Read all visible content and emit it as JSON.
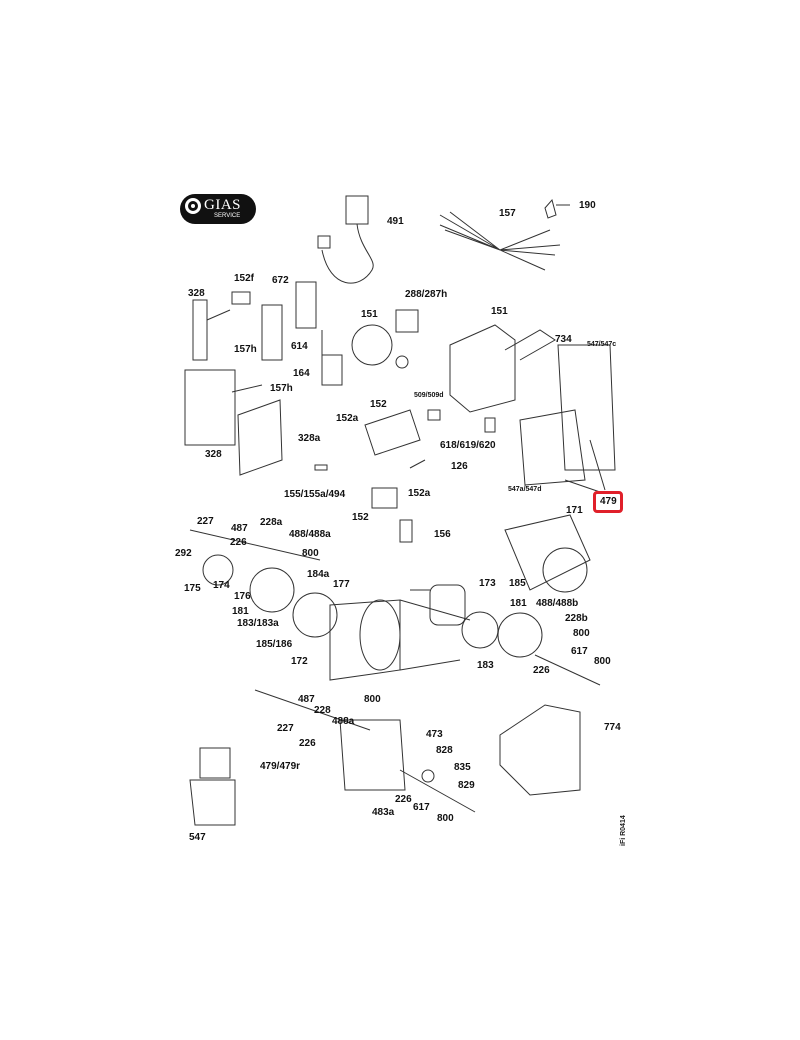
{
  "logo": {
    "brand": "GIAS",
    "sub": "SERVICE"
  },
  "highlight": {
    "label": "479",
    "color": "#e0202a"
  },
  "reference_code": "iFi R0414",
  "labels": [
    "491",
    "157",
    "190",
    "152f",
    "672",
    "328",
    "288/287h",
    "151",
    "151",
    "734",
    "547/547c",
    "157h",
    "614",
    "164",
    "157h",
    "509/509d",
    "152",
    "152a",
    "618/619/620",
    "328a",
    "328",
    "126",
    "155/155a/494",
    "152a",
    "547a/547d",
    "152",
    "156",
    "171",
    "227",
    "487",
    "228a",
    "226",
    "488/488a",
    "292",
    "800",
    "184a",
    "177",
    "173",
    "185",
    "175",
    "174",
    "176",
    "181",
    "181",
    "488/488b",
    "228b",
    "183/183a",
    "800",
    "185/186",
    "617",
    "800",
    "172",
    "183",
    "226",
    "487",
    "800",
    "228",
    "488a",
    "227",
    "473",
    "226",
    "828",
    "479/479r",
    "835",
    "829",
    "226",
    "617",
    "483a",
    "800",
    "547",
    "774"
  ]
}
